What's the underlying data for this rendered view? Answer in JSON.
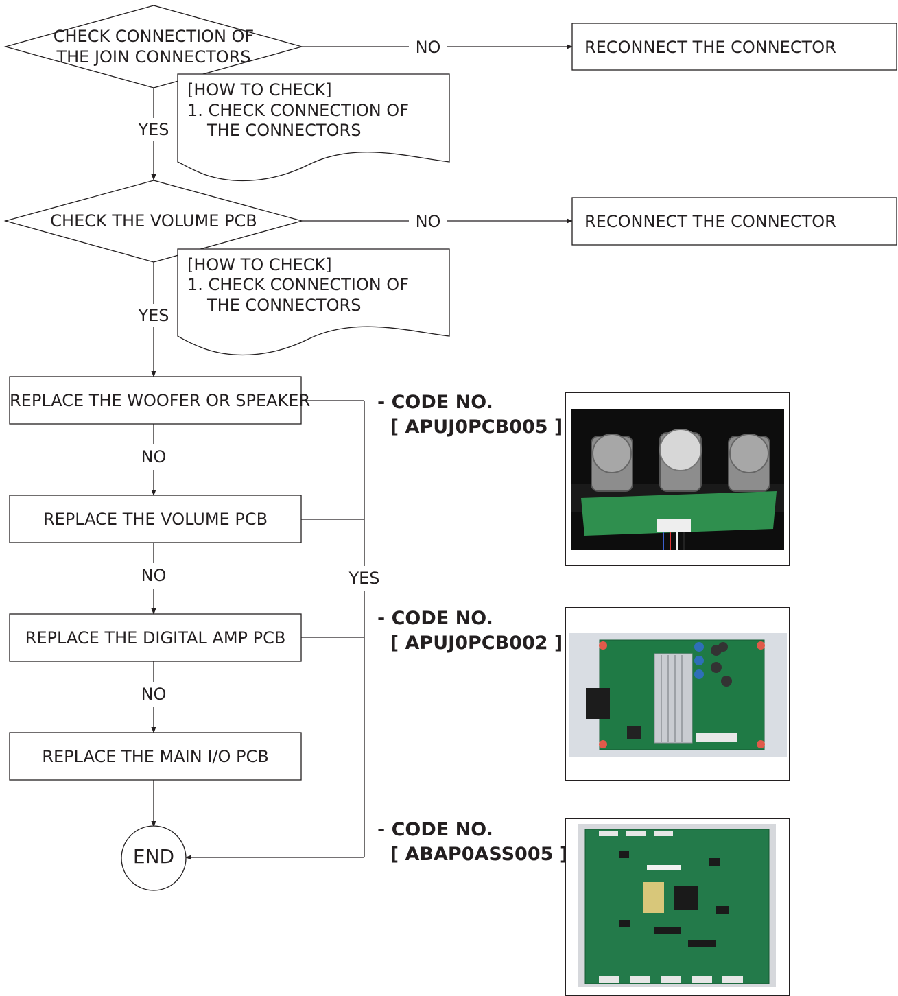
{
  "flowchart": {
    "decision1": {
      "line1": "CHECK CONNECTION OF",
      "line2": "THE JOIN CONNECTORS"
    },
    "decision2": {
      "label": "CHECK THE VOLUME PCB"
    },
    "no_label": "NO",
    "yes_label": "YES",
    "reconnect1": "RECONNECT THE CONNECTOR",
    "reconnect2": "RECONNECT THE CONNECTOR",
    "note1": {
      "line1": "[HOW TO CHECK]",
      "line2": "1. CHECK CONNECTION OF",
      "line3": "THE CONNECTORS"
    },
    "note2": {
      "line1": "[HOW TO CHECK]",
      "line2": "1. CHECK CONNECTION OF",
      "line3": "THE CONNECTORS"
    },
    "steps": [
      "REPLACE THE WOOFER OR SPEAKER",
      "REPLACE THE VOLUME PCB",
      "REPLACE THE DIGITAL AMP PCB",
      "REPLACE THE MAIN I/O PCB"
    ],
    "end_label": "END"
  },
  "parts": [
    {
      "code_line1": "- CODE NO.",
      "code_line2": "  [ APUJ0PCB005 ]",
      "icon": "volume-pcb-photo"
    },
    {
      "code_line1": "- CODE NO.",
      "code_line2": "  [ APUJ0PCB002 ]",
      "icon": "digital-amp-pcb-photo"
    },
    {
      "code_line1": "- CODE NO.",
      "code_line2": "  [ ABAP0ASS005 ]",
      "icon": "main-io-pcb-photo"
    }
  ],
  "colors": {
    "line": "#231f20",
    "pcb_green": "#1f7a45",
    "photo_dark": "#0d0d0d",
    "photo_light": "#d9dde3"
  }
}
